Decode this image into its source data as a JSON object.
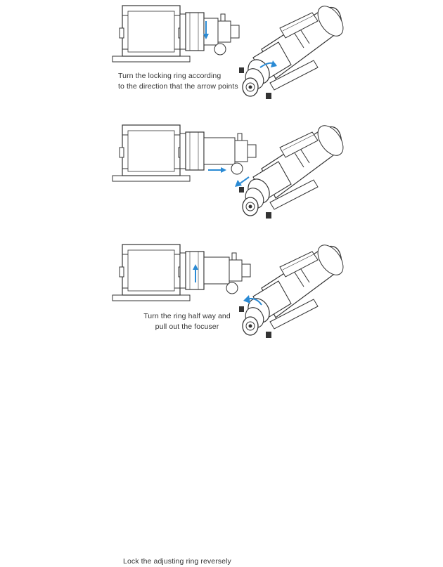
{
  "steps": [
    {
      "caption_lines": [
        "Turn the locking ring according",
        "to the direction that the arrow points"
      ]
    },
    {
      "caption_lines": [
        "Turn the ring half way and",
        "pull out the focuser"
      ]
    },
    {
      "caption_lines": [
        "Lock the adjusting ring reversely"
      ]
    }
  ],
  "colors": {
    "line": "#333333",
    "arrow": "#2a8ad4",
    "fill": "#ffffff"
  },
  "icons": [
    "telescope-side-view",
    "telescope-perspective-view",
    "direction-arrow"
  ]
}
